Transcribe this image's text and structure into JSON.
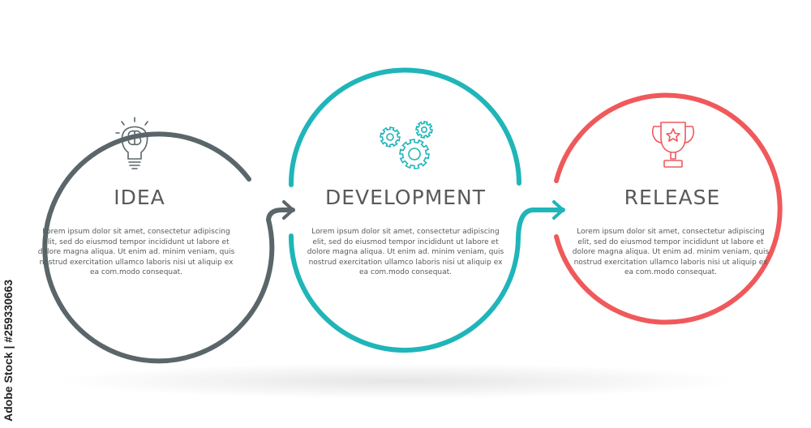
{
  "steps": [
    {
      "title": "IDEA",
      "color": "#5a6669",
      "icon": "lightbulb-brain-icon",
      "text": "Lorem ipsum dolor sit amet, consectetur adipiscing elit, sed do eiusmod tempor incididunt ut labore et dolore magna aliqua. Ut enim ad. minim veniam, quis nostrud exercitation ullamco laboris nisi ut aliquip ex ea com.modo consequat."
    },
    {
      "title": "DEVELOPMENT",
      "color": "#1fb5b9",
      "icon": "gears-icon",
      "text": "Lorem ipsum dolor sit amet, consectetur adipiscing elit, sed do eiusmod tempor incididunt ut labore et dolore magna aliqua. Ut enim ad. minim veniam, quis nostrud exercitation ullamco laboris nisi ut aliquip ex ea com.modo consequat."
    },
    {
      "title": "RELEASE",
      "color": "#f0595b",
      "icon": "trophy-icon",
      "text": "Lorem ipsum dolor sit amet, consectetur adipiscing elit, sed do eiusmod tempor incididunt ut labore et dolore magna aliqua. Ut enim ad. minim veniam, quis nostrud exercitation ullamco laboris nisi ut aliquip ex ea com.modo consequat."
    }
  ],
  "watermark": "Adobe Stock | #259330663"
}
